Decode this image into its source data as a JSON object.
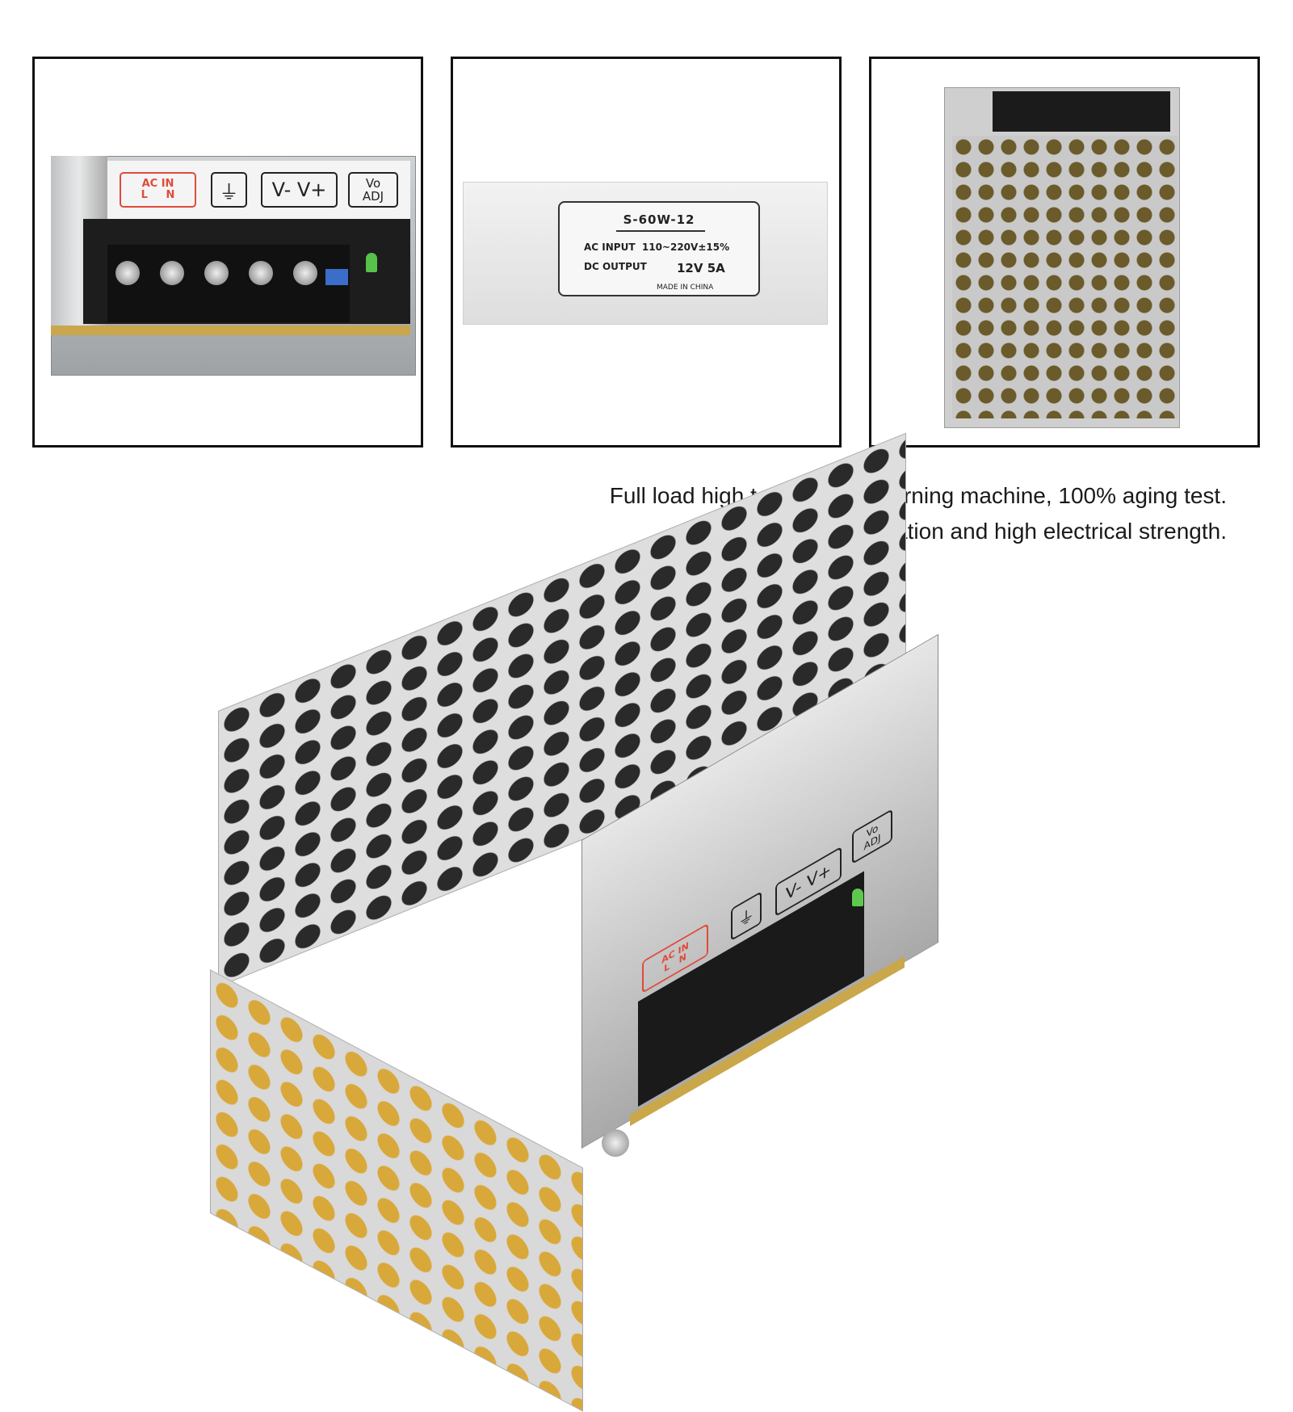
{
  "panels": [
    {
      "id": "front-terminals",
      "labels": {
        "ac_in": "AC IN",
        "ac_l": "L",
        "ac_n": "N",
        "ground_symbol": "⏚",
        "outputs": "V- V+",
        "adj_top": "Vo",
        "adj_bottom": "ADJ"
      }
    },
    {
      "id": "spec-sticker",
      "sticker": {
        "model": "S-60W-12",
        "ac_input_label": "AC INPUT",
        "ac_input_value": "110~220V±15%",
        "dc_output_label": "DC   OUTPUT",
        "dc_output_value": "12V   5A",
        "origin": "MADE IN CHINA"
      }
    },
    {
      "id": "top-view"
    }
  ],
  "caption": {
    "line1": "Full load high temperature burning machine, 100% aging test.",
    "line2": "Good insulation and high electrical strength."
  },
  "main_product": {
    "labels": {
      "ac_in": "AC IN",
      "ac_l": "L",
      "ac_n": "N",
      "ground_symbol": "⏚",
      "outputs": "V- V+",
      "adj_top": "Vo",
      "adj_bottom": "ADJ"
    }
  },
  "colors": {
    "frame_border": "#111111",
    "warning_red": "#e04a3a",
    "led_green": "#56c24a",
    "pcb_tan": "#c9a74a",
    "metal": "#d9d9d9"
  }
}
